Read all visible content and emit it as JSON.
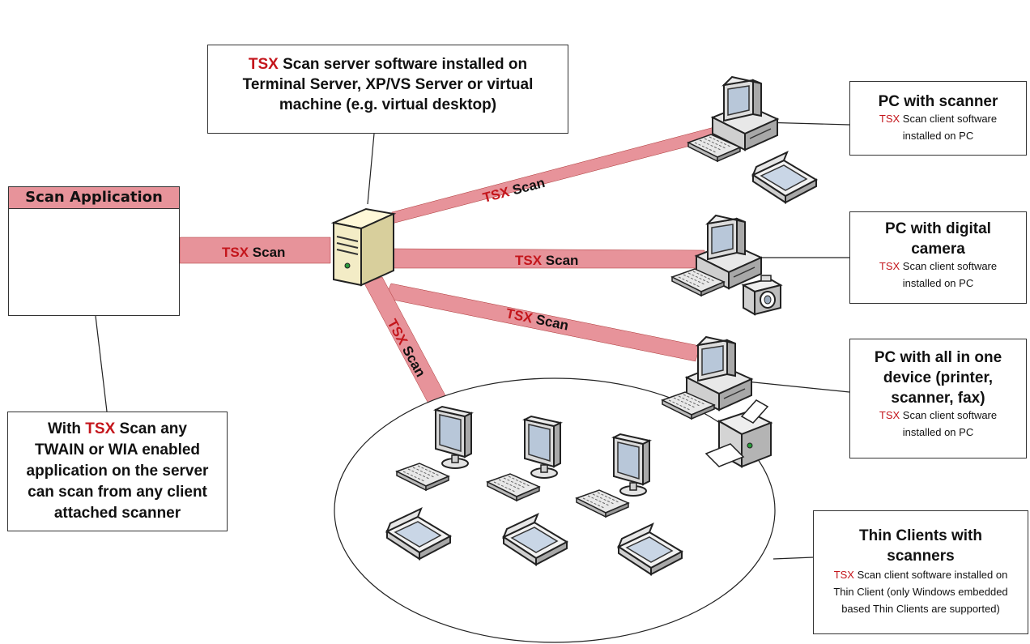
{
  "server_box": {
    "brand": "TSX",
    "line1_rest": " Scan server software installed on",
    "line2": "Terminal Server, XP/VS Server or virtual",
    "line3": "machine (e.g. virtual desktop)"
  },
  "scan_app": {
    "title": "Scan Application"
  },
  "with_box": {
    "prefix": "With ",
    "brand": "TSX",
    "line1_rest": " Scan any",
    "line2": "TWAIN or WIA enabled",
    "line3": "application on the server",
    "line4": "can scan from any client",
    "line5": "attached scanner"
  },
  "links": {
    "brand": "TSX",
    "word": " Scan"
  },
  "pc_scanner": {
    "title": "PC with scanner",
    "brand": "TSX",
    "sub1_rest": " Scan client software",
    "sub2": "installed on PC"
  },
  "pc_camera": {
    "title1": "PC with digital",
    "title2": "camera",
    "brand": "TSX",
    "sub1_rest": " Scan client software",
    "sub2": "installed on PC"
  },
  "pc_allinone": {
    "title1": "PC with all in one",
    "title2": "device (printer,",
    "title3": "scanner, fax)",
    "brand": "TSX",
    "sub1_rest": " Scan client software",
    "sub2": "installed on PC"
  },
  "thin_clients": {
    "title1": "Thin Clients with",
    "title2": "scanners",
    "brand": "TSX",
    "sub1_rest": " Scan client software installed on",
    "sub2": "Thin Client (only Windows embedded",
    "sub3": "based Thin Clients are supported)"
  },
  "colors": {
    "brand_red": "#c4161c",
    "link_band": "#e7939a",
    "title_bar": "#e7939a"
  },
  "icons": [
    "scanner-icon",
    "server-tower-icon",
    "pc-icon",
    "keyboard-icon",
    "camera-icon",
    "printer-icon",
    "monitor-icon"
  ]
}
